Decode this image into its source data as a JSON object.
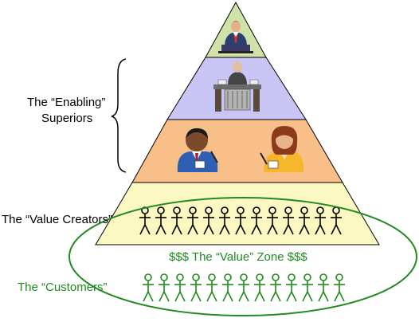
{
  "labels": {
    "enabling_line1": "The “Enabling”",
    "enabling_line2": "Superiors",
    "value_creators": "The “Value Creators”",
    "value_zone": "$$$ The “Value” Zone $$$",
    "customers": "The “Customers”"
  },
  "colors": {
    "tier_top": "#cfe3a8",
    "tier_2": "#c9c6f5",
    "tier_3": "#f8c088",
    "tier_base": "#fbf8c2",
    "ellipse": "#1f8b1f",
    "text_green": "#1f8b1f"
  },
  "icons": {
    "executive": "executive-at-desk-icon",
    "manager": "manager-at-desk-icon",
    "staff_man": "businessman-writing-icon",
    "staff_woman": "businesswoman-writing-icon",
    "stick_figure": "stick-figure-icon"
  },
  "figures": {
    "creators_count": 13,
    "customers_count": 13
  }
}
